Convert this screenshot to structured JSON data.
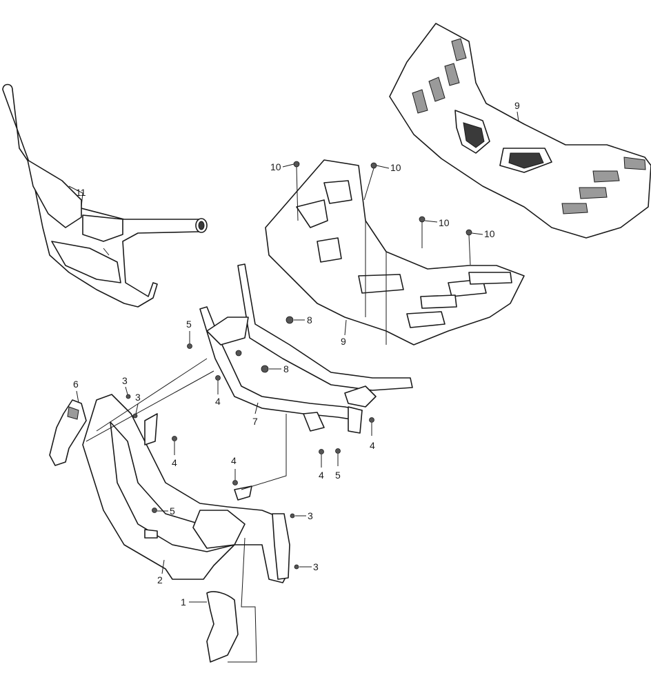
{
  "callouts": {
    "c1": "1",
    "c2": "2",
    "c3a": "3",
    "c3b": "3",
    "c3c": "3",
    "c3d": "3",
    "c4a": "4",
    "c4b": "4",
    "c4c": "4",
    "c4d": "4",
    "c4e": "4",
    "c5a": "5",
    "c5b": "5",
    "c5c": "5",
    "c6": "6",
    "c7": "7",
    "c8a": "8",
    "c8b": "8",
    "c9a": "9",
    "c9b": "9",
    "c10a": "10",
    "c10b": "10",
    "c10c": "10",
    "c10d": "10",
    "c11": "11"
  }
}
